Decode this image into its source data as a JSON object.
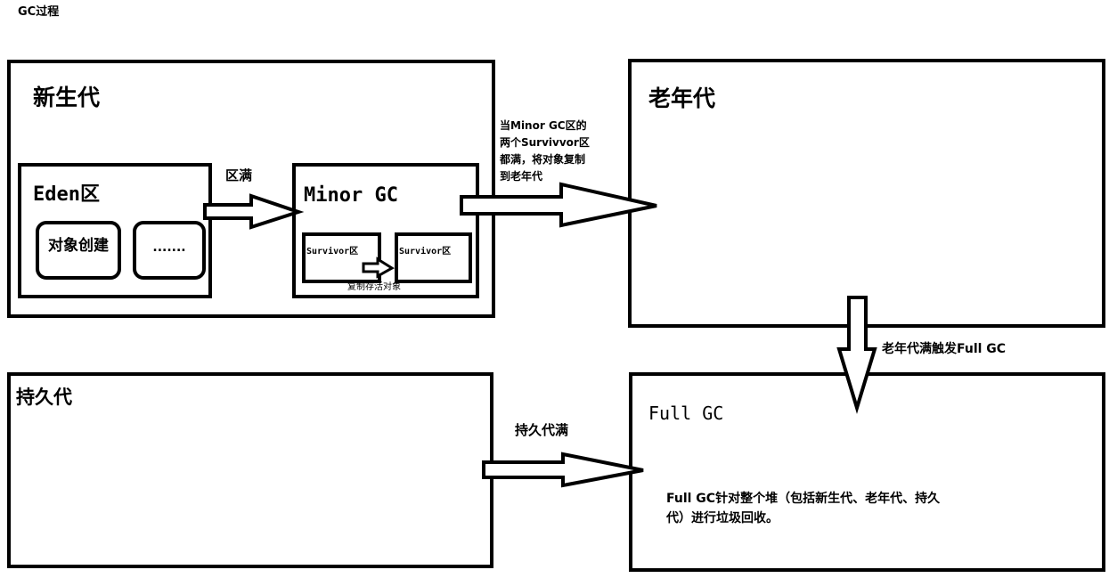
{
  "title": "GC过程",
  "young_gen": {
    "label": "新生代",
    "eden": {
      "label": "Eden区",
      "item1": "对象创建",
      "item2": "......."
    },
    "minor_gc": {
      "label": "Minor GC",
      "survivor1": "Survivor区",
      "survivor2": "Survivor区",
      "copy_note": "复制存活对象"
    }
  },
  "eden_full_label": "区满",
  "survivor_full_note": [
    "当Minor GC区的",
    "两个Survivvor区",
    "都满，将对象复制",
    "到老年代"
  ],
  "old_gen": {
    "label": "老年代"
  },
  "old_full_label": "老年代满触发Full GC",
  "perm_gen": {
    "label": "持久代"
  },
  "perm_full_label": "持久代满",
  "full_gc": {
    "label": "Full GC",
    "desc_line1": "Full GC针对整个堆（包括新生代、老年代、持久",
    "desc_line2": "代）进行垃圾回收。"
  }
}
